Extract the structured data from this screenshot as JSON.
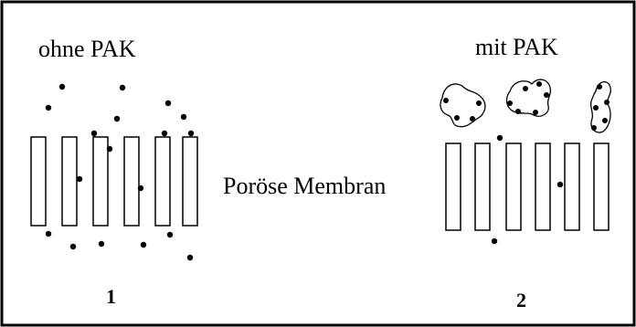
{
  "diagram": {
    "left_panel": {
      "label": "ohne PAK",
      "number": "1"
    },
    "right_panel": {
      "label": "mit PAK",
      "number": "2"
    },
    "membrane_label": "Poröse Membran"
  }
}
